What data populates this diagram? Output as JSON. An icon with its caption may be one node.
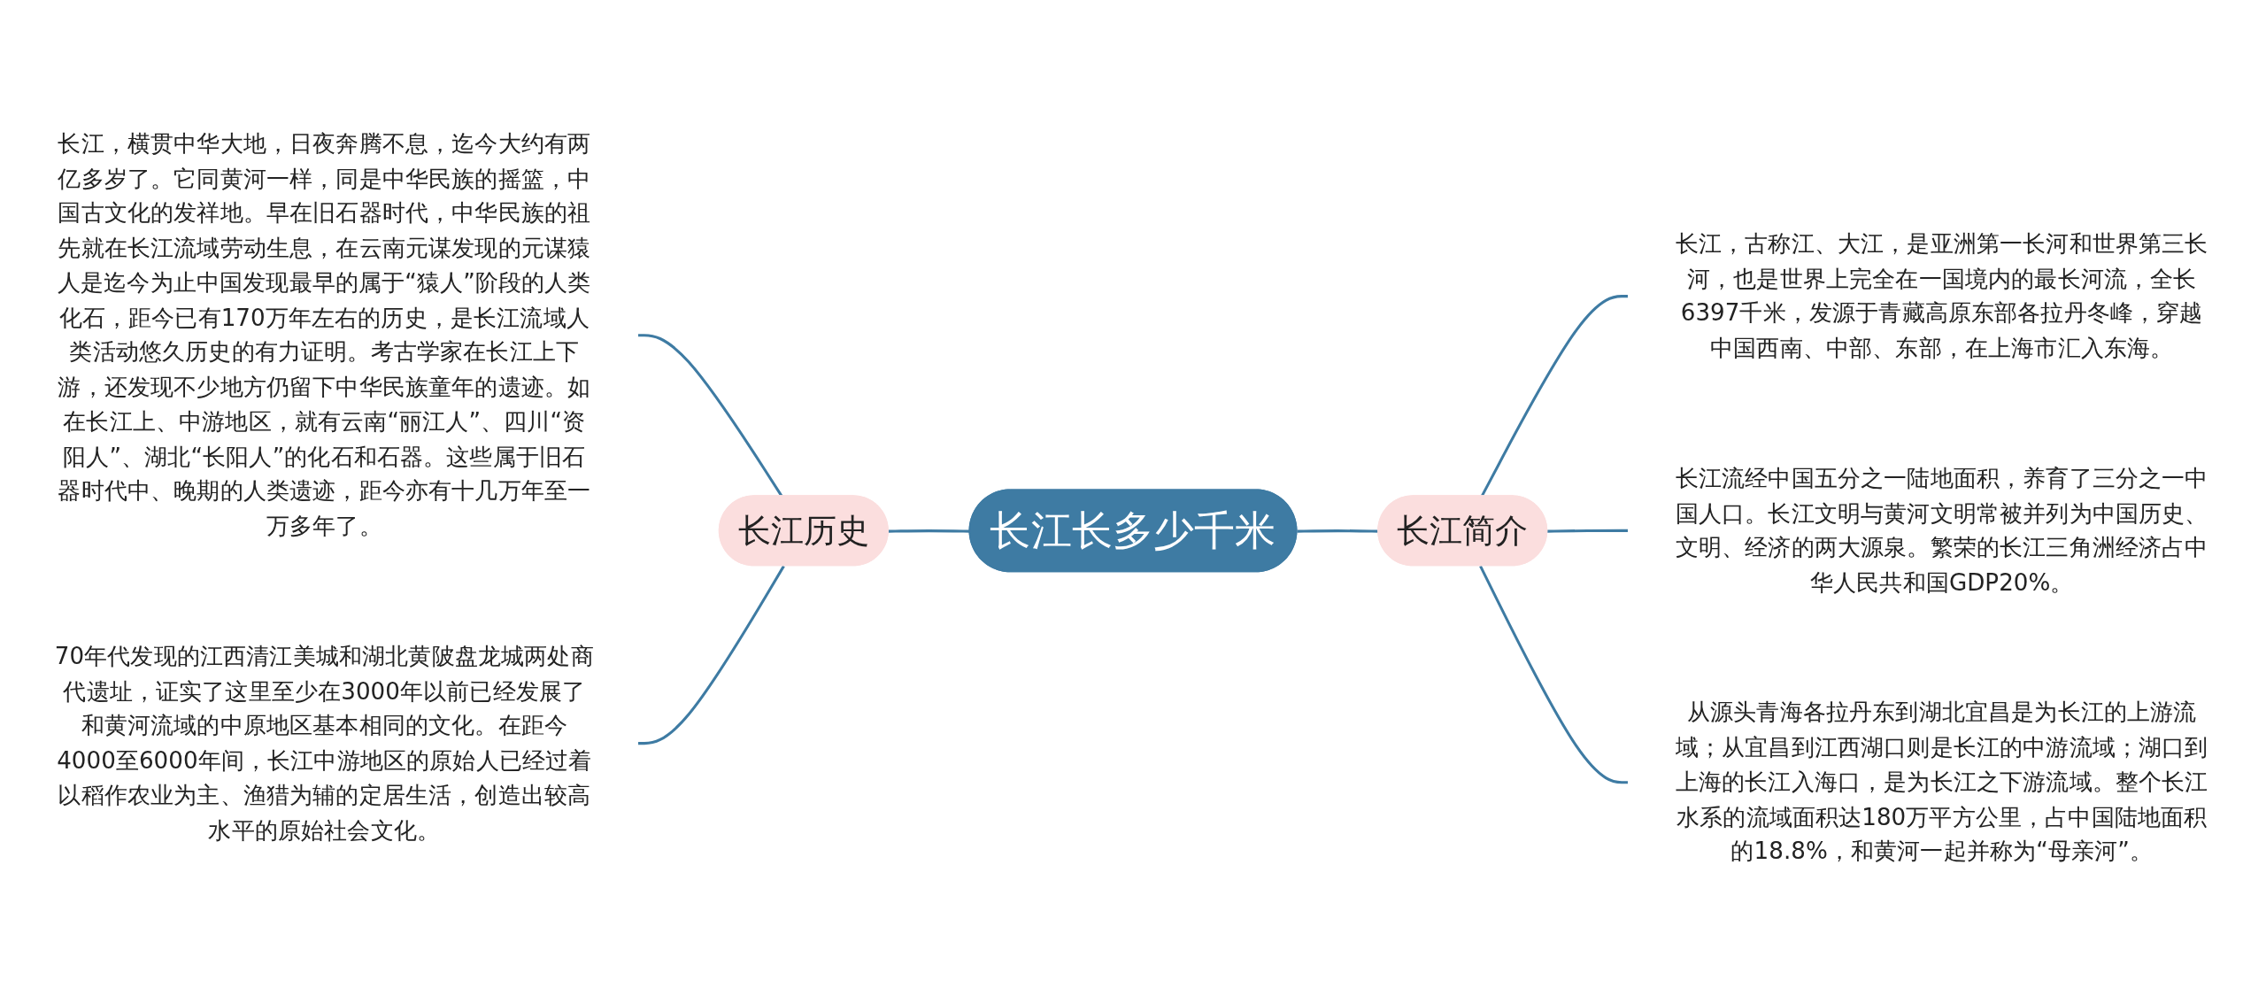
{
  "diagram": {
    "nodes": [
      {
        "text": [
          "长江长多少千米"
        ]
      },
      {
        "text": [
          "长江历史"
        ]
      },
      {
        "text": [
          "长江，横贯中华大地，日夜奔腾不息，迄今大约有两亿多岁了。它同黄河一样，同是中华民族的摇篮，中国古文化的发祥地。早在旧石器时代，中华民族的祖先就在长江流域劳动生息，在云南元谋发现的元谋猿人是迄今为止中国发现最早的属于“猿人”阶段的人类化石，距今已有170万年左右的历史，是长江流域人类活动悠久历史的有力证明。考古学家在长江上下游，还发现不少地方仍留下中华民族童年的遗迹。如在长江上、中游地区，就有云南“丽江人”、四川“资阳人”、湖北“长阳人”的化石和石器。这些属于旧石器时代中、晚期的人类遗迹，距今亦有十几万年至一万多年了。"
        ]
      },
      {
        "text": [
          "70年代发现的江西清江美城和湖北黄陂盘龙城两处商代遗址，证实了这里至少在3000年以前已经发展了和黄河流域的中原地区基本相同的文化。在距今4000至6000年间，长江中游地区的原始人已经过着以稻作农业为主、渔猎为辅的定居生活，创造出较高水平的原始社会文化。"
        ]
      },
      {
        "text": [
          "长江简介"
        ]
      },
      {
        "text": [
          "长江，古称江、大江，是亚洲第一长河和世界第三长河，也是世界上完全在一国境内的最长河流，全长6397千米，发源于青藏高原东部各拉丹冬峰，穿越中国西南、中部、东部，在上海市汇入东海。"
        ]
      },
      {
        "text": [
          "长江流经中国五分之一陆地面积，养育了三分之一中国人口。长江文明与黄河文明常被并列为中国历史、文明、经济的两大源泉。繁荣的长江三角洲经济占中华人民共和国GDP20%。"
        ]
      },
      {
        "text": [
          "从源头青海各拉丹东到湖北宜昌是为长江的上游流域；从宜昌到江西湖口则是长江的中游流域；湖口到上海的长江入海口，是为长江之下游流域。整个长江水系的流域面积达180万平方公里，占中国陆地面积的18.8%，和黄河一起并称为“母亲河”。"
        ]
      }
    ],
    "edges": [
      {
        "from": 2,
        "to": 1,
        "arrow": "none"
      },
      {
        "from": 3,
        "to": 1,
        "arrow": "none"
      },
      {
        "from": 1,
        "to": 0,
        "arrow": "none"
      },
      {
        "from": 0,
        "to": 4,
        "arrow": "none"
      },
      {
        "from": 4,
        "to": 5,
        "arrow": "none"
      },
      {
        "from": 4,
        "to": 6,
        "arrow": "none"
      },
      {
        "from": 4,
        "to": 7,
        "arrow": "none"
      }
    ]
  }
}
